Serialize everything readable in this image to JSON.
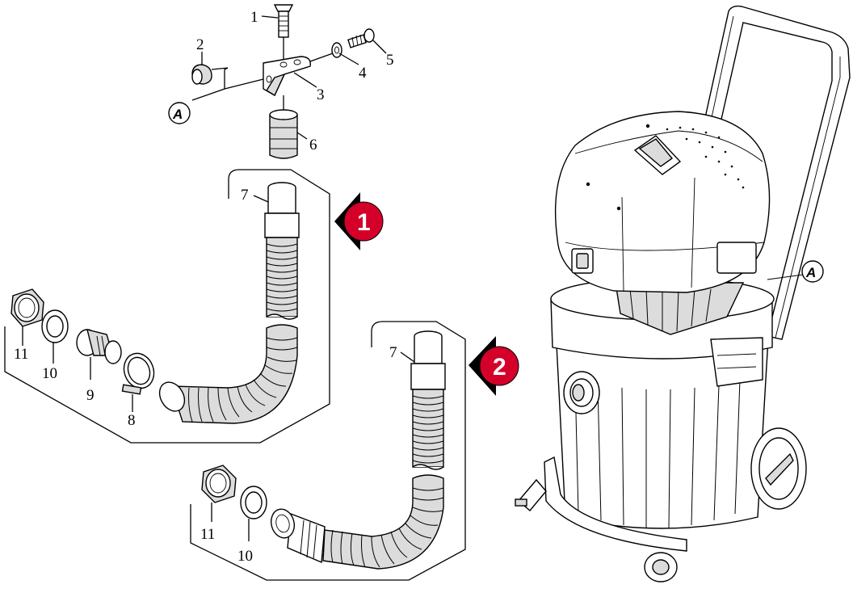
{
  "diagram": {
    "part_numbers": {
      "p1": "1",
      "p2": "2",
      "p3": "3",
      "p4": "4",
      "p5": "5",
      "p6": "6",
      "p7a": "7",
      "p7b": "7",
      "p8": "8",
      "p9": "9",
      "p10a": "10",
      "p10b": "10",
      "p11a": "11",
      "p11b": "11"
    },
    "variants": {
      "v1": "1",
      "v2": "2"
    },
    "callouts": {
      "top": "A",
      "right": "A"
    },
    "colors": {
      "accent": "#d4002a",
      "ink": "#000000",
      "shade": "#dcdcdc"
    }
  }
}
